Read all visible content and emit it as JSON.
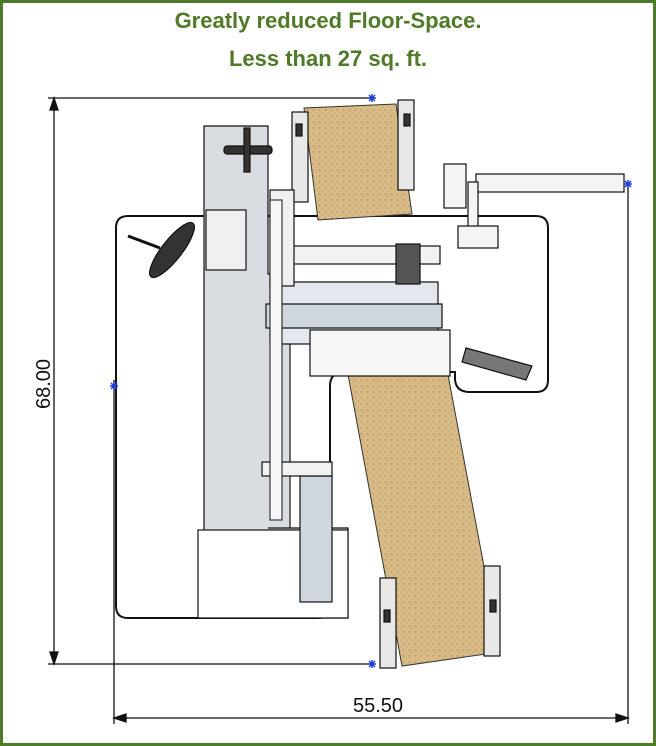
{
  "header": {
    "line1": "Greatly reduced Floor-Space.",
    "line2": "Less than 27 sq. ft."
  },
  "dimensions": {
    "height_label": "68.00",
    "width_label": "55.50"
  },
  "colors": {
    "border": "#4f7a28",
    "title": "#4f7a28",
    "conveyor": "#d8bb86",
    "panel": "#d9dde2",
    "line": "#111111",
    "marker": "#1f3fd6"
  }
}
